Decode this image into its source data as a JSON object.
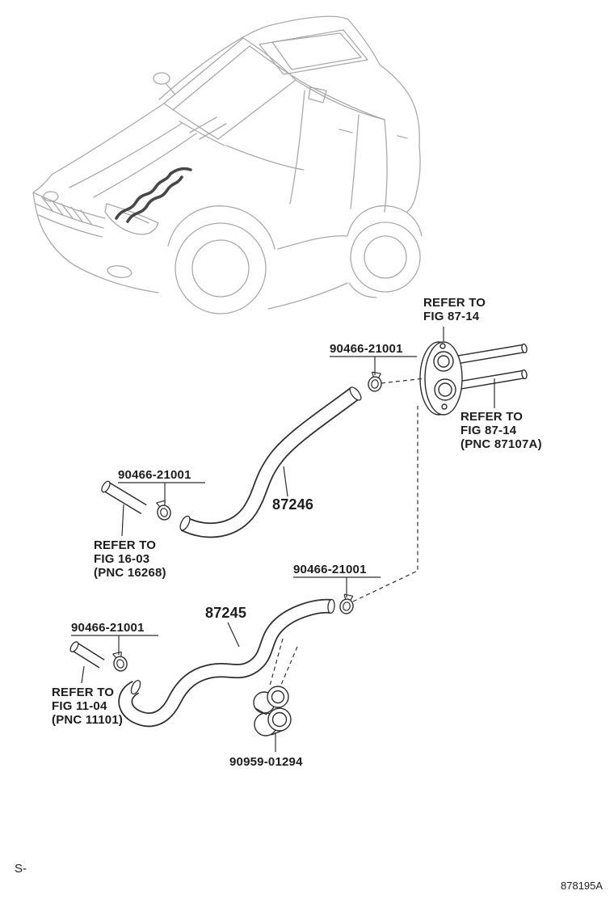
{
  "colors": {
    "ink": "#2e2e2e",
    "car_line": "#a9a9a9",
    "highlight": "#474747"
  },
  "callouts": {
    "ref_top": {
      "lines": [
        "REFER TO",
        "FIG 87-14"
      ]
    },
    "clamp_top": {
      "part_no": "90466-21001"
    },
    "ref_right": {
      "lines": [
        "REFER TO",
        "FIG 87-14",
        "(PNC 87107A)"
      ]
    },
    "clamp_upper_left": {
      "part_no": "90466-21001"
    },
    "hose_upper": {
      "part_no": "87246"
    },
    "ref_mid_left": {
      "lines": [
        "REFER TO",
        "FIG 16-03",
        "(PNC 16268)"
      ]
    },
    "clamp_middle": {
      "part_no": "90466-21001"
    },
    "hose_lower": {
      "part_no": "87245"
    },
    "clamp_lower_left": {
      "part_no": "90466-21001"
    },
    "ref_bottom_left": {
      "lines": [
        "REFER TO",
        "FIG 11-04",
        "(PNC 11101)"
      ]
    },
    "grommet": {
      "part_no": "90959-01294"
    }
  },
  "footer": {
    "left_code": "S-",
    "right_code": "878195A"
  }
}
